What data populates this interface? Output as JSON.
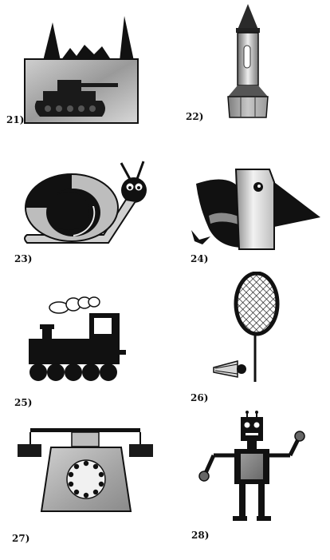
{
  "items": [
    {
      "id": "21",
      "label": "21)",
      "figure": "castle-with-tank"
    },
    {
      "id": "22",
      "label": "22)",
      "figure": "rocket-tower"
    },
    {
      "id": "23",
      "label": "23)",
      "figure": "snail"
    },
    {
      "id": "24",
      "label": "24)",
      "figure": "bird"
    },
    {
      "id": "25",
      "label": "25)",
      "figure": "steam-locomotive"
    },
    {
      "id": "26",
      "label": "26)",
      "figure": "badminton-racket-and-shuttlecock"
    },
    {
      "id": "27",
      "label": "27)",
      "figure": "rotary-telephone"
    },
    {
      "id": "28",
      "label": "28)",
      "figure": "robot"
    }
  ],
  "colors": {
    "ink": "#111111",
    "gray_light": "#d6d6d6",
    "gray_mid": "#a9a9a9",
    "gray_dark": "#6f6f6f",
    "paper": "#ffffff"
  }
}
